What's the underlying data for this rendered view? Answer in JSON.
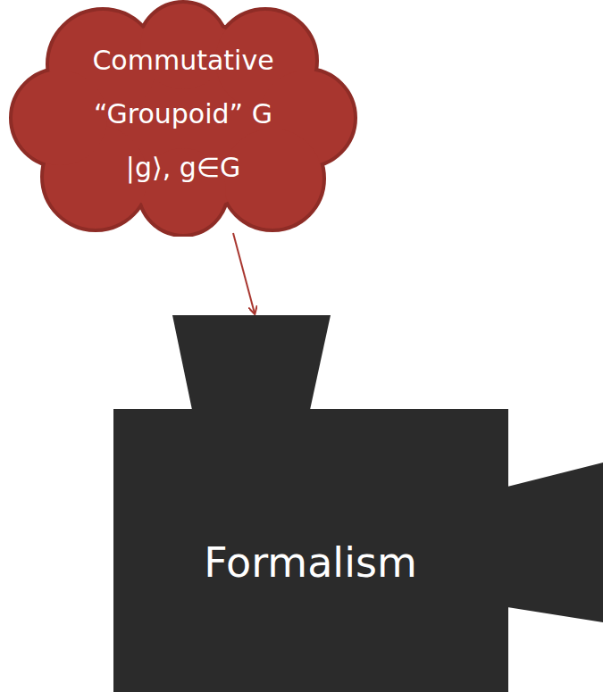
{
  "diagram": {
    "nodes": [
      {
        "text": [
          "Commutative “Groupoid” G |g⟩, g∈G"
        ]
      },
      {
        "text": [
          "Formalism"
        ]
      }
    ],
    "edges": [
      {
        "from": 0,
        "to": 1,
        "arrow": "to"
      }
    ]
  }
}
